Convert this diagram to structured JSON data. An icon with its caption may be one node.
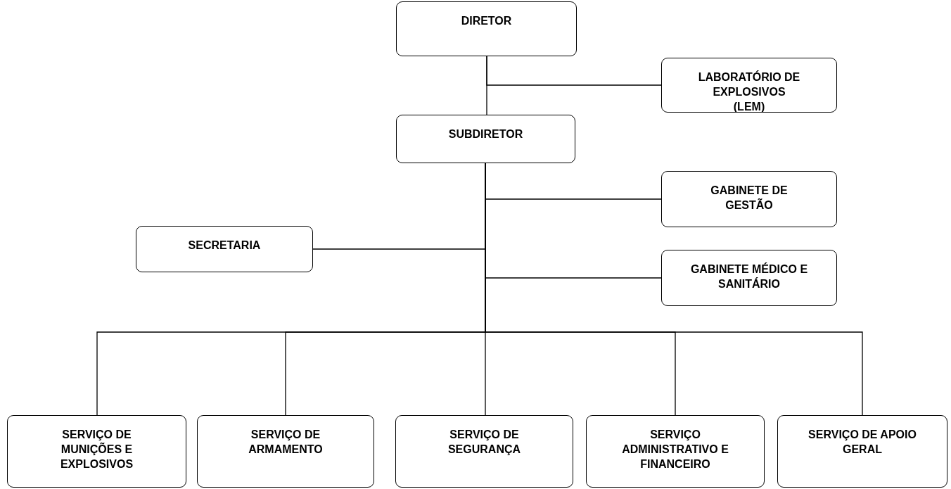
{
  "diagram": {
    "nodes": [
      {
        "text": [
          "DIRETOR"
        ]
      },
      {
        "text": [
          "LABORATÓRIO DE EXPLOSIVOS (LEM)"
        ]
      },
      {
        "text": [
          "SUBDIRETOR"
        ]
      },
      {
        "text": [
          "GABINETE DE GESTÃO"
        ]
      },
      {
        "text": [
          "SECRETARIA"
        ]
      },
      {
        "text": [
          "GABINETE MÉDICO E SANITÁRIO"
        ]
      },
      {
        "text": [
          "SERVIÇO DE MUNIÇÕES E EXPLOSIVOS"
        ]
      },
      {
        "text": [
          "SERVIÇO DE ARMAMENTO"
        ]
      },
      {
        "text": [
          "SERVIÇO DE SEGURANÇA"
        ]
      },
      {
        "text": [
          "SERVIÇO ADMINISTRATIVO E FINANCEIRO"
        ]
      },
      {
        "text": [
          "SERVIÇO DE APOIO GERAL"
        ]
      }
    ],
    "edges": [
      {
        "from": 0,
        "to": 2,
        "arrow": "none"
      },
      {
        "from": 0,
        "to": 1,
        "arrow": "none"
      },
      {
        "from": 2,
        "to": 3,
        "arrow": "none"
      },
      {
        "from": 2,
        "to": 4,
        "arrow": "none"
      },
      {
        "from": 2,
        "to": 5,
        "arrow": "none"
      },
      {
        "from": 2,
        "to": 6,
        "arrow": "none"
      },
      {
        "from": 2,
        "to": 7,
        "arrow": "none"
      },
      {
        "from": 2,
        "to": 8,
        "arrow": "none"
      },
      {
        "from": 2,
        "to": 9,
        "arrow": "none"
      },
      {
        "from": 2,
        "to": 10,
        "arrow": "none"
      }
    ]
  }
}
